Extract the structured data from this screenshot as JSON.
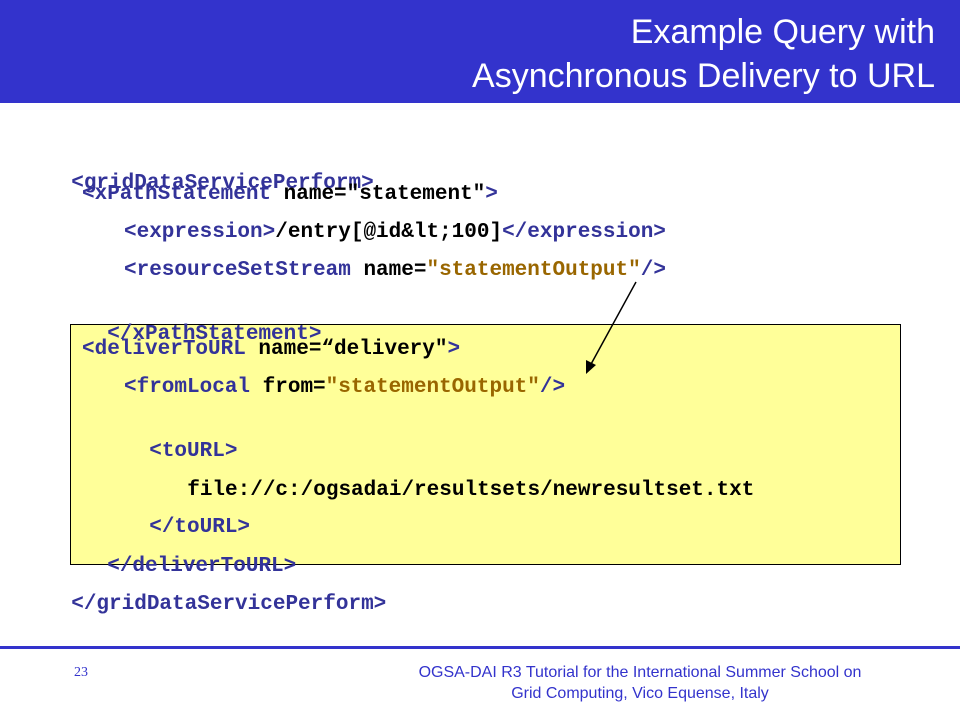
{
  "slide": {
    "title_line1": "Example Query with",
    "title_line2": "Asynchronous Delivery to URL",
    "page_number": "23",
    "footer_line1": "OGSA-DAI R3 Tutorial for the International Summer School on",
    "footer_line2": "Grid Computing, Vico Equense, Italy"
  },
  "code": {
    "l1_tag": "<gridDataServicePerform>",
    "l2_open": "<xPathStatement",
    "l2_attr": " name=",
    "l2_val": "\"statement\"",
    "l2_close": ">",
    "l3_open": "<expression>",
    "l3_text": "/entry[@id&lt;100]",
    "l3_close": "</expression>",
    "l4_open": "<resourceSetStream",
    "l4_attr": " name=",
    "l4_val": "\"statementOutput\"",
    "l4_close": "/>",
    "l5_tag": "</xPathStatement>",
    "l6_open": "<deliverToURL",
    "l6_attr": " name=",
    "l6_val": "“delivery\"",
    "l6_close": ">",
    "l7_open": "<fromLocal",
    "l7_attr": " from=",
    "l7_val": "\"statementOutput\"",
    "l7_close": "/>",
    "l8_tag": "<toURL>",
    "l9_text": "file://c:/ogsadai/resultsets/newresultset.txt",
    "l10_tag": "</toURL>",
    "l11_tag": "</deliverToURL>",
    "l12_tag": "</gridDataServicePerform>"
  },
  "colors": {
    "title_bar": "#3333cc",
    "highlight": "#ffff99",
    "tag": "#333399",
    "value": "#996600"
  }
}
